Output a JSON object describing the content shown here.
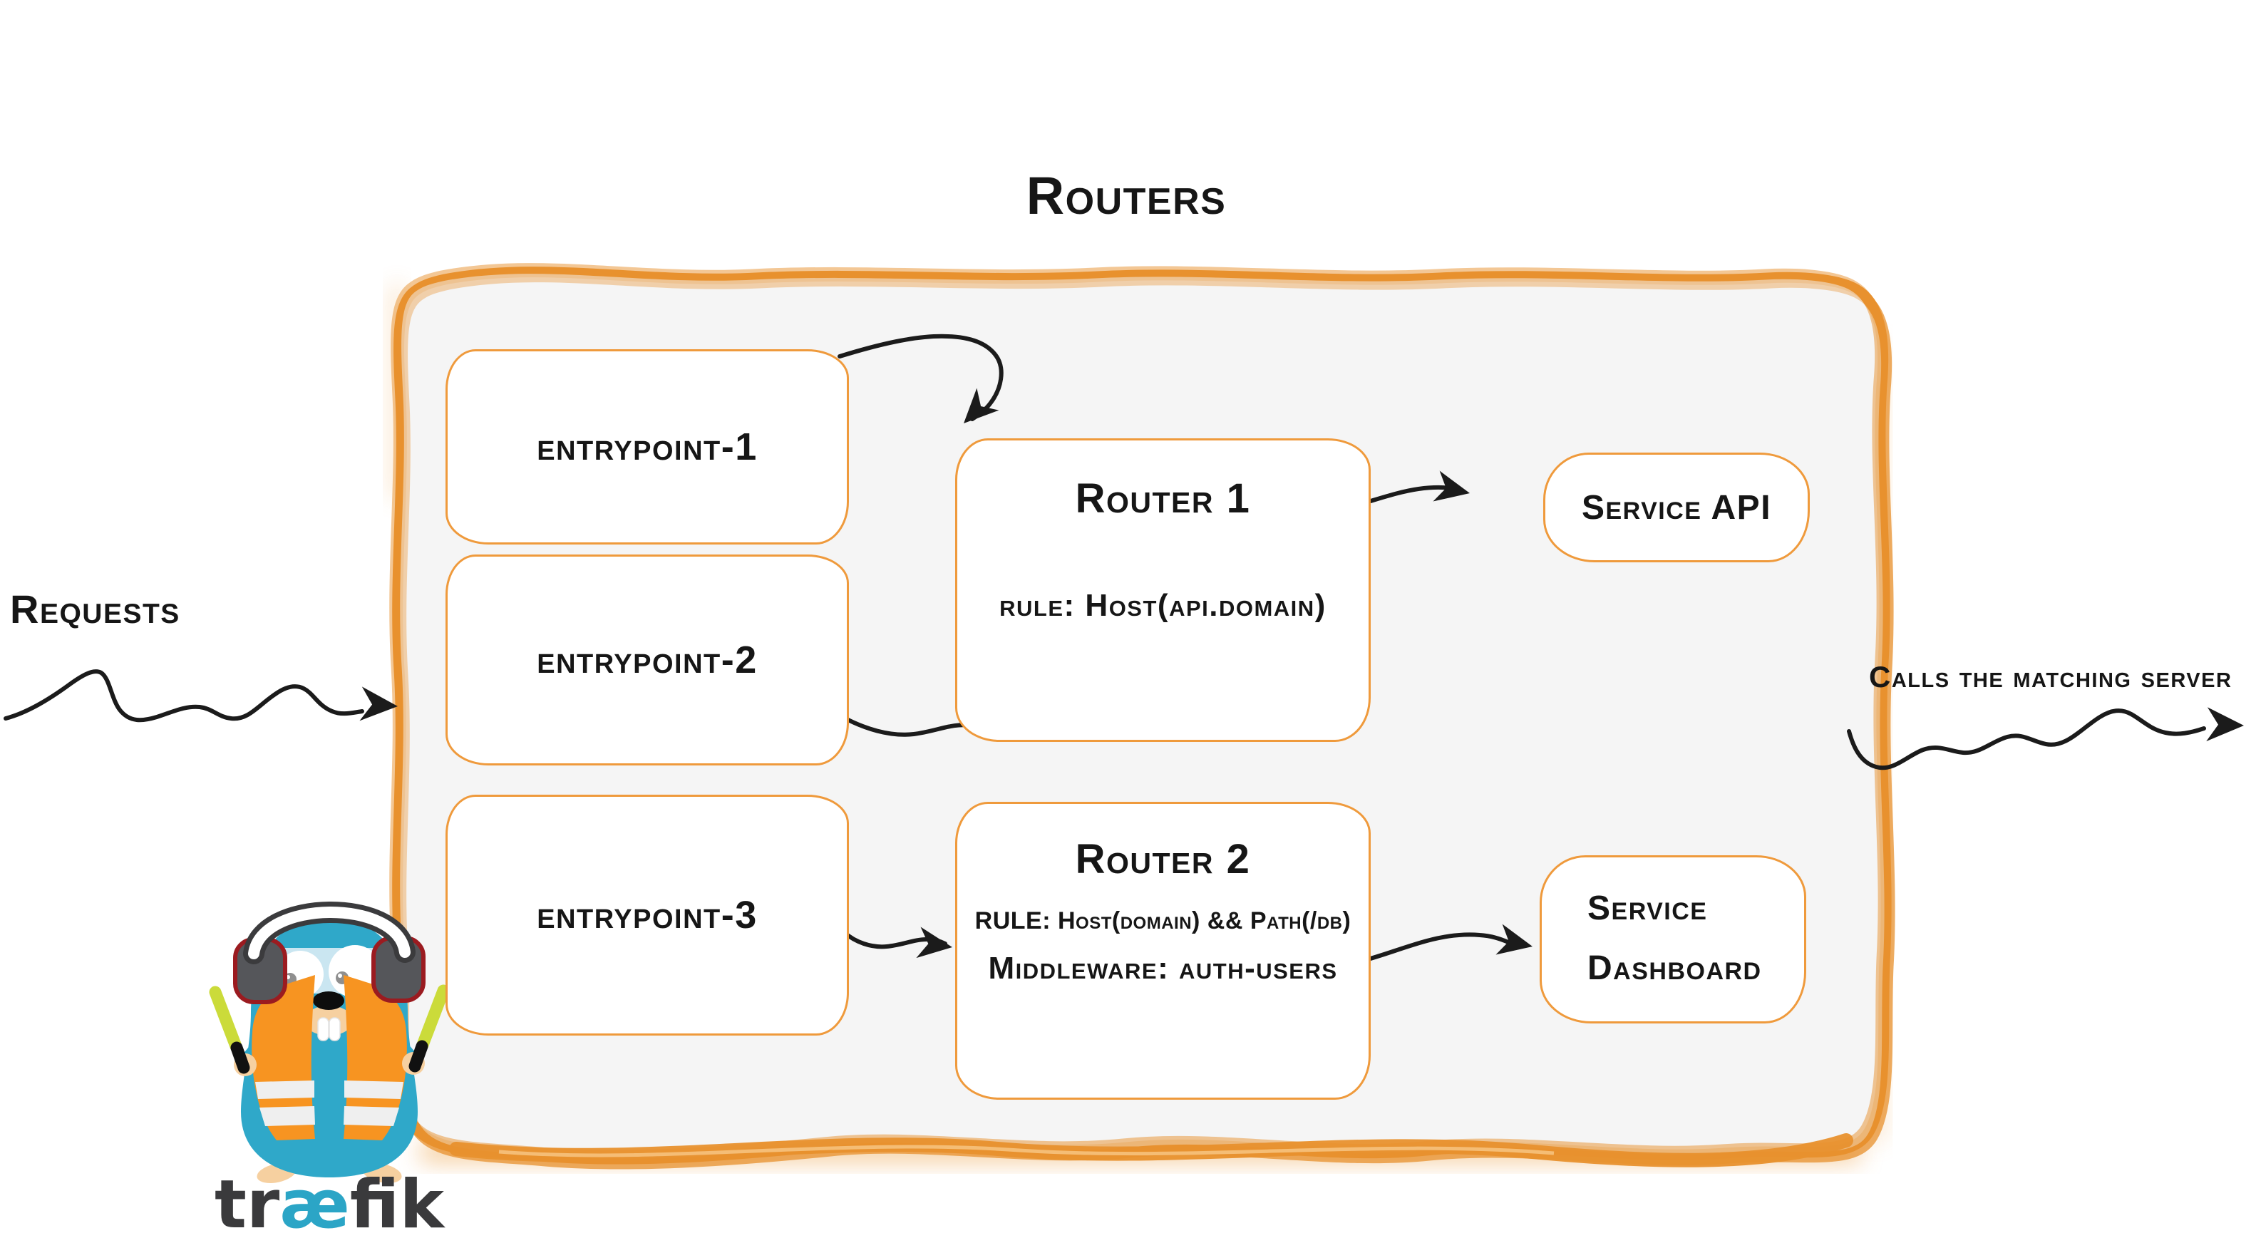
{
  "title": "Routers",
  "labels": {
    "requests": "Requests",
    "calls": "Calls the matching server"
  },
  "entrypoints": [
    {
      "label": "entrypoint-1"
    },
    {
      "label": "entrypoint-2"
    },
    {
      "label": "entrypoint-3"
    }
  ],
  "routers": [
    {
      "title": "Router 1",
      "rule": "rule: Host(api.domain)"
    },
    {
      "title": "Router 2",
      "rule": "RULE: Host(domain) && Path(/db)",
      "middleware": "Middleware: auth-users"
    }
  ],
  "services": [
    {
      "label": "Service API"
    },
    {
      "label": "Service Dashboard"
    }
  ],
  "logo": {
    "part1": "tr",
    "part2": "æ",
    "part3": "fik"
  },
  "colors": {
    "frame_border": "#E8912E",
    "frame_fill": "#F5F5F5",
    "node_border": "#EF9A3C",
    "node_fill": "#FFFFFF",
    "text": "#161616",
    "arrow": "#1B1B1B",
    "logo_dark": "#3A3A3C",
    "logo_teal": "#2BA5C6",
    "gopher_body": "#2FA8C9",
    "vest_orange": "#F79421",
    "baton_green": "#CBDB3A"
  }
}
